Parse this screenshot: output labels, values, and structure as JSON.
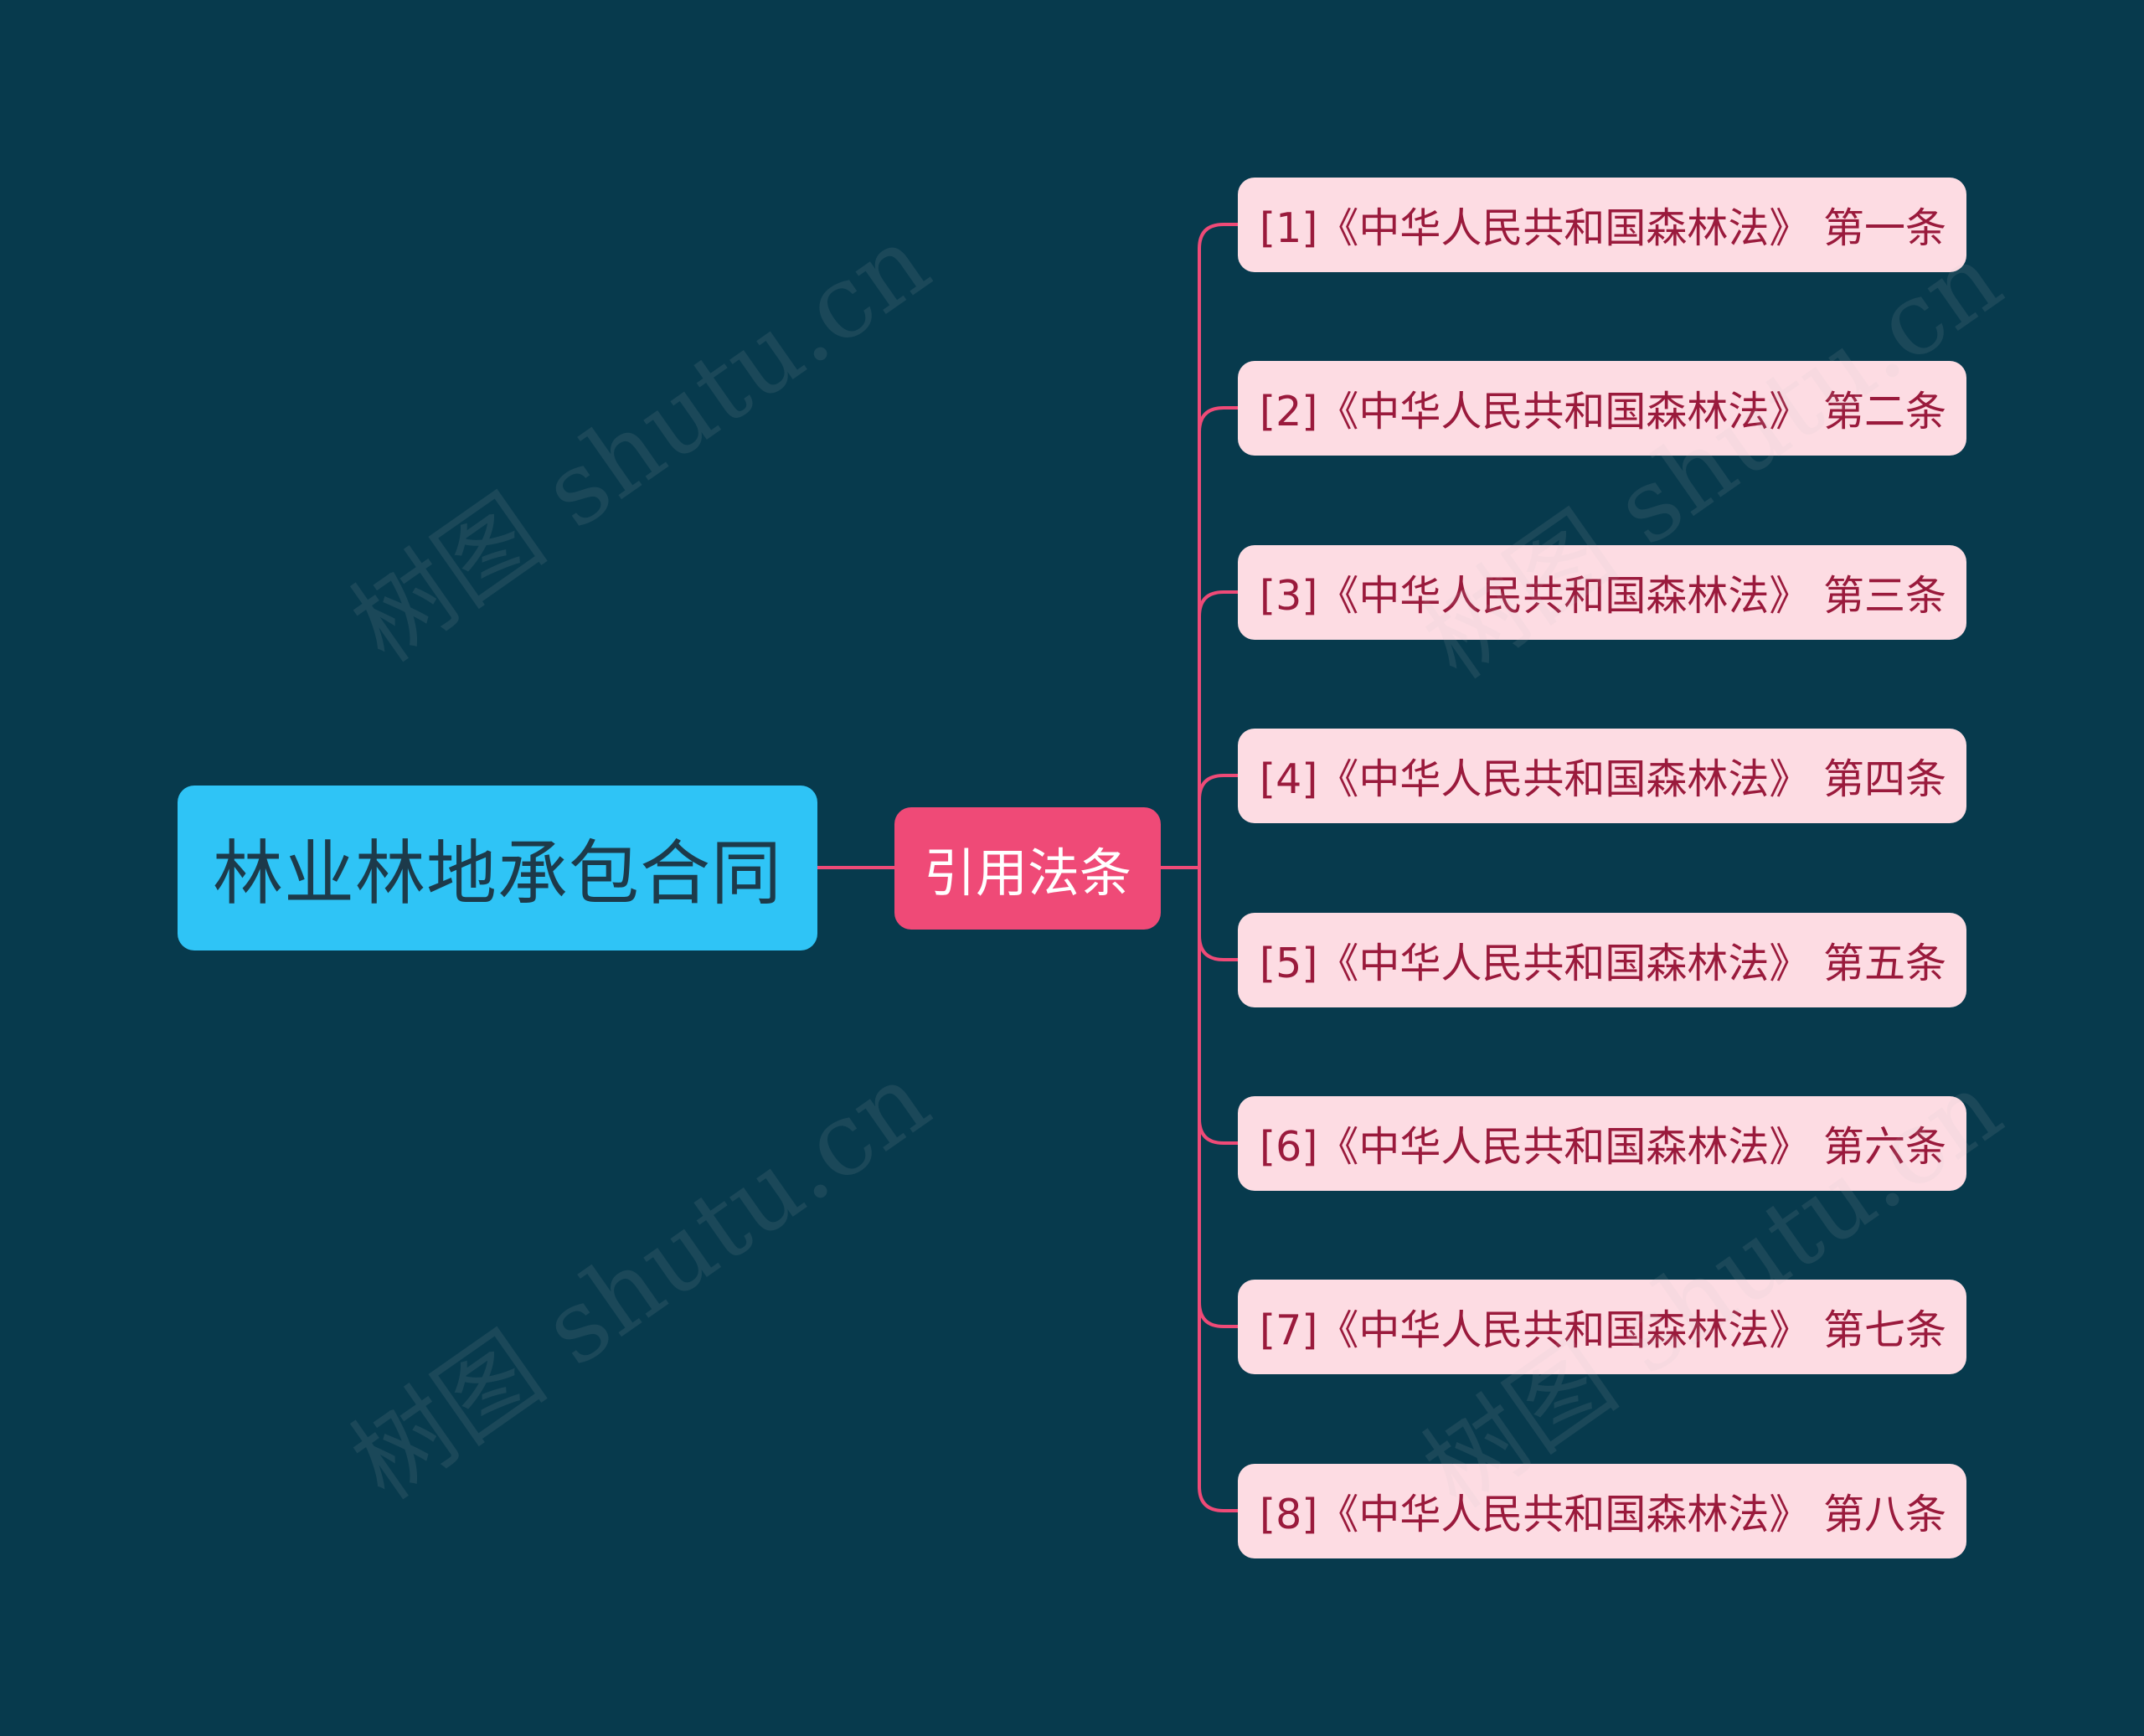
{
  "colors": {
    "background": "#073a4d",
    "root_bg": "#2fc4f6",
    "root_text": "#1d3a4a",
    "branch_bg": "#ef4a77",
    "branch_text": "#ffffff",
    "leaf_bg": "#fddce3",
    "leaf_text": "#9a1a3c",
    "connector": "#ef4a77",
    "watermark": "#c8c8c8"
  },
  "mindmap": {
    "root": {
      "label": "林业林地承包合同"
    },
    "branch": {
      "label": "引用法条"
    },
    "leaves": [
      {
        "label": "[1]《中华人民共和国森林法》 第一条"
      },
      {
        "label": "[2]《中华人民共和国森林法》 第二条"
      },
      {
        "label": "[3]《中华人民共和国森林法》 第三条"
      },
      {
        "label": "[4]《中华人民共和国森林法》 第四条"
      },
      {
        "label": "[5]《中华人民共和国森林法》 第五条"
      },
      {
        "label": "[6]《中华人民共和国森林法》 第六条"
      },
      {
        "label": "[7]《中华人民共和国森林法》 第七条"
      },
      {
        "label": "[8]《中华人民共和国森林法》 第八条"
      }
    ]
  },
  "watermark": {
    "text": "树图 shutu.cn"
  }
}
